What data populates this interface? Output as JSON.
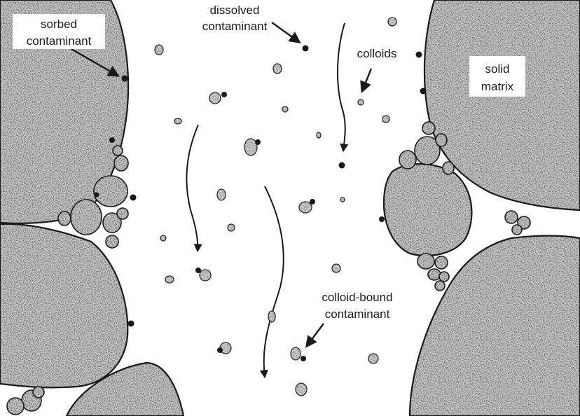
{
  "labels": {
    "sorbed": [
      "sorbed",
      "contaminant"
    ],
    "dissolved": [
      "dissolved",
      "contaminant"
    ],
    "colloids": "colloids",
    "solid_matrix": [
      "solid",
      "matrix"
    ],
    "colloid_bound": [
      "colloid-bound",
      "contaminant"
    ]
  },
  "colors": {
    "ink": "#1a1a1a",
    "grain_fill": "#a8a8a8",
    "background": "#ffffff"
  }
}
